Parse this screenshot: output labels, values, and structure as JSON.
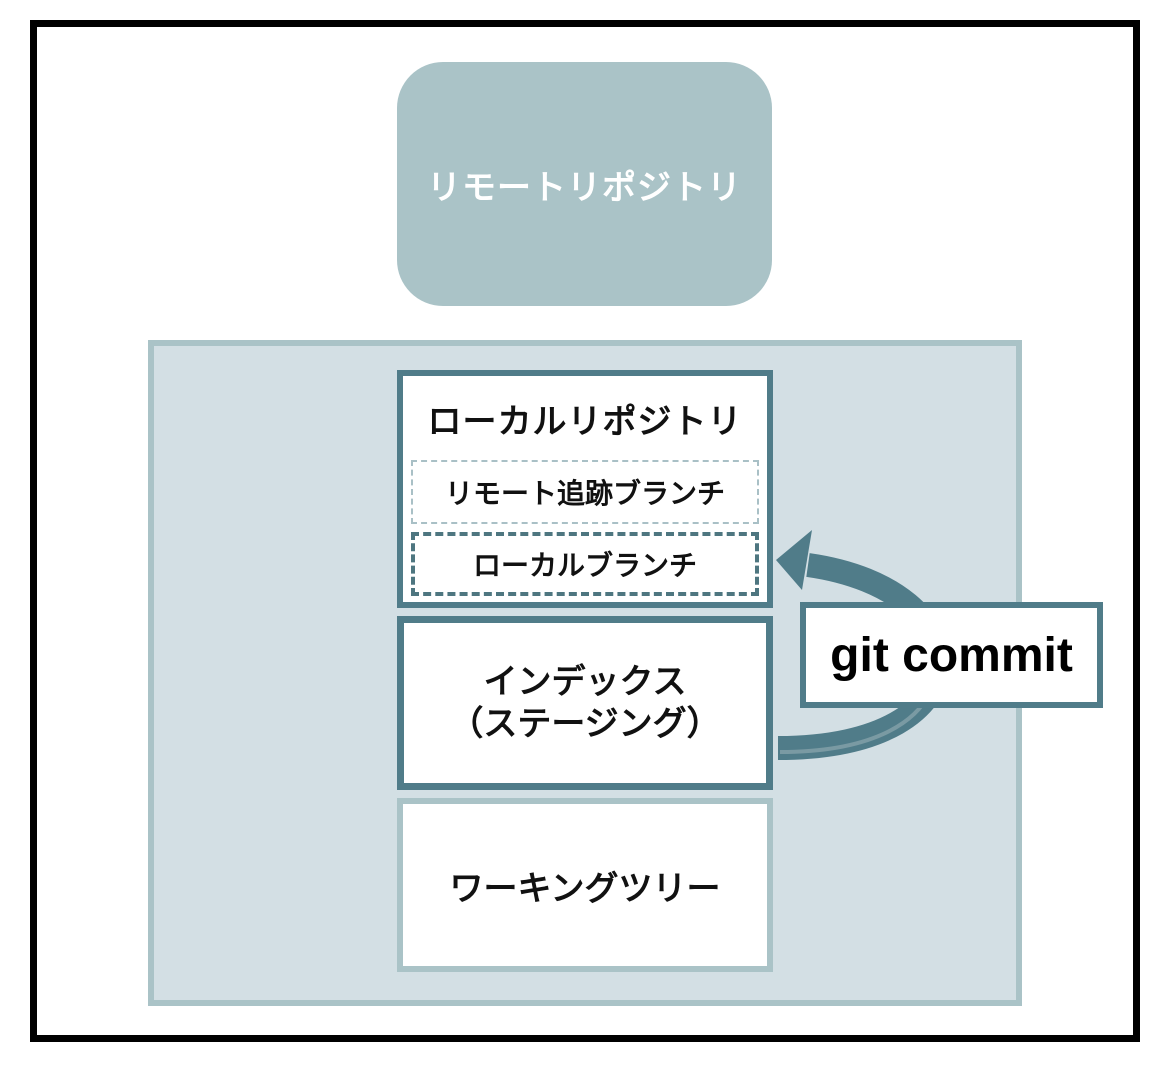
{
  "remote_repository": {
    "label": "リモートリポジトリ"
  },
  "local_repository": {
    "title": "ローカルリポジトリ",
    "remote_tracking_branch": "リモート追跡ブランチ",
    "local_branch": "ローカルブランチ"
  },
  "index": {
    "line1": "インデックス",
    "line2": "（ステージング）"
  },
  "working_tree": {
    "label": "ワーキングツリー"
  },
  "command": {
    "label": "git commit"
  },
  "colors": {
    "remote_fill": "#aac3c7",
    "local_area_fill": "#d3dfe4",
    "local_area_border": "#aac3c7",
    "accent_border": "#507c89",
    "worktree_border": "#aac3c7",
    "arrow": "#507c89",
    "frame": "#000000"
  }
}
